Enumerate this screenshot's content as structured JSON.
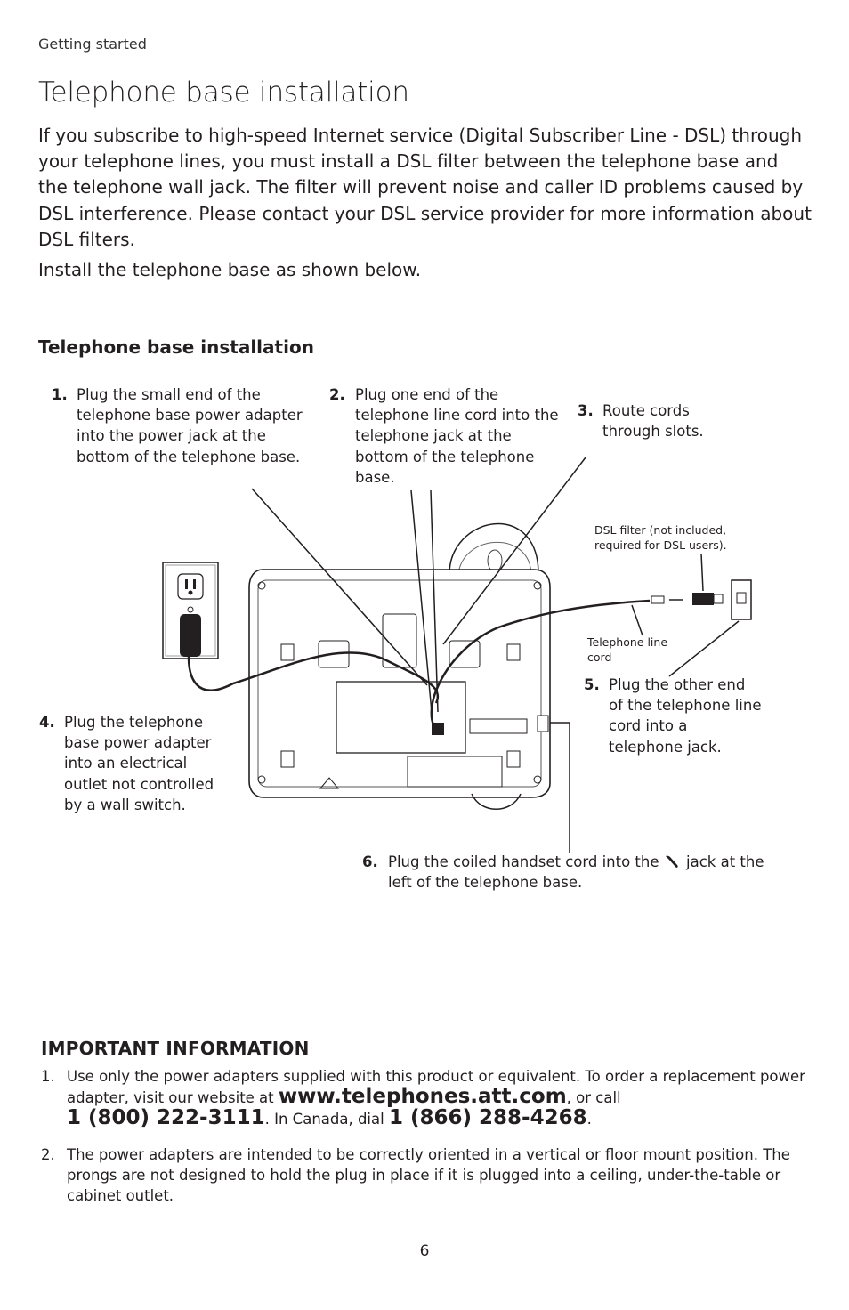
{
  "header": {
    "section": "Getting started"
  },
  "title": "Telephone base installation",
  "intro": {
    "paragraph": "If you subscribe to high-speed Internet service (Digital Subscriber Line - DSL) through your telephone lines, you must install a DSL filter between the telephone base and the telephone wall jack. The filter will prevent noise and caller ID problems caused by DSL interference. Please contact your DSL service provider for more information about DSL filters.",
    "instruction": "Install the telephone base as shown below."
  },
  "figure": {
    "title": "Telephone base installation",
    "steps": [
      {
        "number": "1.",
        "text": "Plug the small end of the telephone base power adapter into the power jack at the bottom of the telephone base."
      },
      {
        "number": "2.",
        "text": "Plug one end of the telephone line cord into the telephone jack at the bottom of the telephone base."
      },
      {
        "number": "3.",
        "text": "Route cords through slots."
      },
      {
        "number": "4.",
        "text": "Plug the telephone base power adapter into an electrical outlet not controlled by a wall switch."
      },
      {
        "number": "5.",
        "text": "Plug the other end of the telephone line cord into a telephone jack."
      },
      {
        "number": "6.",
        "text_before": "Plug the coiled handset cord into the",
        "text_after": "jack at the left of the telephone base."
      }
    ],
    "labels": {
      "dsl_filter": "DSL filter (not included, required for DSL users).",
      "line_cord": "Telephone line cord"
    }
  },
  "important": {
    "title": "IMPORTANT INFORMATION",
    "item1": {
      "number": "1.",
      "text_a": "Use only the power adapters supplied with this product or equivalent. To order a replacement power adapter, visit our website at",
      "website": "www.telephones.att.com",
      "text_b": ", or call",
      "phone_us": "1 (800) 222-3111",
      "text_c": ". In Canada, dial",
      "phone_ca": "1 (866) 288-4268",
      "text_d": "."
    },
    "item2": {
      "number": "2.",
      "text": "The power adapters are intended to be correctly oriented in a vertical or floor mount position. The prongs are not designed to hold the plug in place if it is plugged into a ceiling, under-the-table or cabinet outlet."
    }
  },
  "footer": {
    "page_number": "6"
  }
}
